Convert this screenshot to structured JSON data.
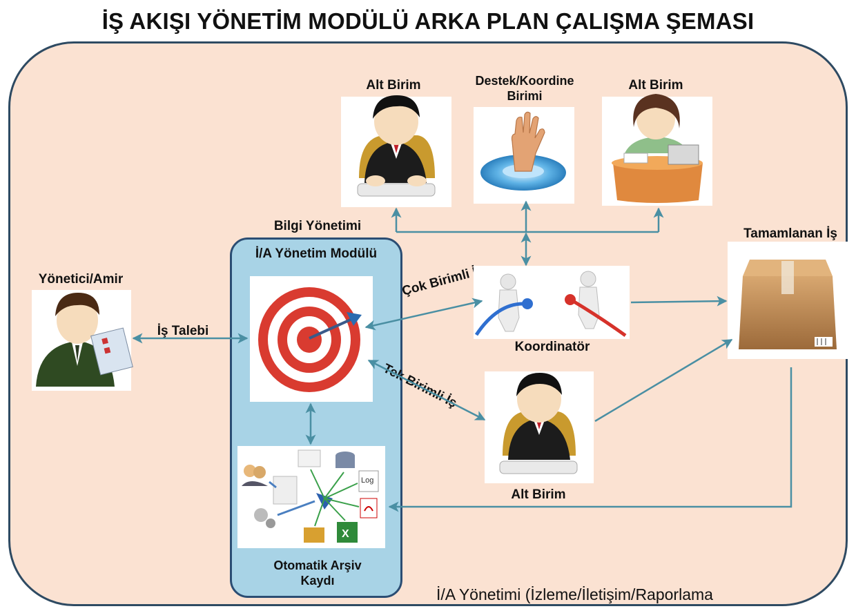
{
  "title": "İŞ AKIŞI YÖNETİM MODÜLÜ ARKA PLAN ÇALIŞMA ŞEMASI",
  "nodes": {
    "alt_birim_left": "Alt Birim",
    "destek_line1": "Destek/Koordine",
    "destek_line2": "Birimi",
    "alt_birim_right": "Alt Birim",
    "bilgi_yonetimi": "Bilgi Yönetimi",
    "ia_yonetim_modulu": "İ/A Yönetim Modülü",
    "yonetici": "Yönetici/Amir",
    "tamamlanan": "Tamamlanan İş",
    "koordinator": "Koordinatör",
    "alt_birim_bottom": "Alt Birim",
    "arsiv_line1": "Otomatik Arşiv",
    "arsiv_line2": "Kaydı",
    "archive_log": "Log"
  },
  "edges": {
    "is_talebi": "İş Talebi",
    "cok_birimli": "Çok Birimli İş",
    "tek_birimli": "Tek Birimli İş"
  },
  "footer": "İ/A Yönetimi (İzleme/İletişim/Raporlama",
  "colors": {
    "frame_fill": "#fbe2d2",
    "frame_border": "#2e4a62",
    "module_fill": "#a8d3e6",
    "module_border": "#2b4d73",
    "arrow": "#4a8fa3"
  }
}
